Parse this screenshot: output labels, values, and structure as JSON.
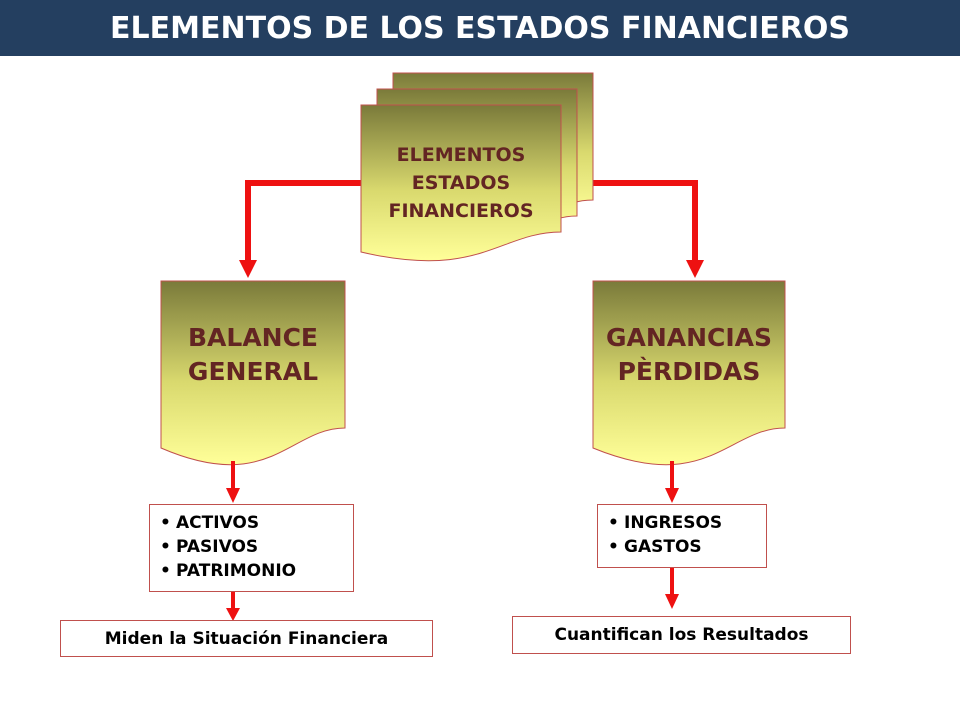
{
  "title": "ELEMENTOS DE LOS ESTADOS FINANCIEROS",
  "colors": {
    "title_bar": "#243f60",
    "arrow": "#ee1111",
    "doc_border": "#c0504d",
    "doc_text": "#632523",
    "gradient_top": "#7f7f3f",
    "gradient_bottom": "#ffff99"
  },
  "top_document": {
    "line1": "ELEMENTOS",
    "line2": "ESTADOS",
    "line3": "FINANCIEROS"
  },
  "left_document": {
    "line1": "BALANCE",
    "line2": "GENERAL"
  },
  "right_document": {
    "line1": "GANANCIAS",
    "line2": "PÈRDIDAS"
  },
  "left_list": {
    "items": [
      "ACTIVOS",
      "PASIVOS",
      "PATRIMONIO"
    ]
  },
  "right_list": {
    "items": [
      "INGRESOS",
      "GASTOS"
    ]
  },
  "left_result": "Miden la Situación Financiera",
  "right_result": "Cuantifican los Resultados",
  "bullet_glyph": "•"
}
